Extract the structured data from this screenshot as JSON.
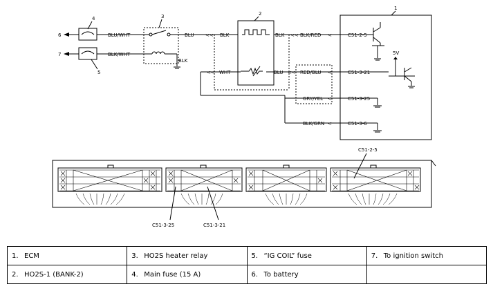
{
  "callouts": {
    "ecm": "1",
    "ho2s": "2",
    "relay": "3",
    "main_fuse": "4",
    "ig_fuse": "5",
    "battery": "6",
    "ign_switch": "7"
  },
  "wires": {
    "blu_wht": "BLU/WHT",
    "blk_wht": "BLK/WHT",
    "blu_relay": "BLU",
    "blk_ground": "BLK",
    "blk_in": "BLK",
    "blk_out": "BLK",
    "blk_red": "BLK/RED",
    "wht": "WHT",
    "blu_out": "BLU",
    "red_blu": "RED/BLU",
    "gry_yel": "GRY/YEL",
    "blk_grn": "BLK/GRN"
  },
  "terminals": {
    "t1": "C51-2-5",
    "t2": "C51-3-21",
    "t3": "C51-3-25",
    "t4": "C51-3-6"
  },
  "ecm_supply": "5V",
  "connector_labels": {
    "top": "C51-2-5",
    "bottom_left": "C51-3-25",
    "bottom_right": "C51-3-21"
  },
  "legend": {
    "rows": [
      [
        {
          "num": "1.",
          "text": "ECM"
        },
        {
          "num": "3.",
          "text": "HO2S heater relay"
        },
        {
          "num": "5.",
          "text": "“IG COIL” fuse"
        },
        {
          "num": "7.",
          "text": "To ignition switch"
        }
      ],
      [
        {
          "num": "2.",
          "text": "HO2S-1 (BANK-2)"
        },
        {
          "num": "4.",
          "text": "Main fuse (15 A)"
        },
        {
          "num": "6.",
          "text": "To battery"
        },
        {
          "num": "",
          "text": ""
        }
      ]
    ]
  }
}
